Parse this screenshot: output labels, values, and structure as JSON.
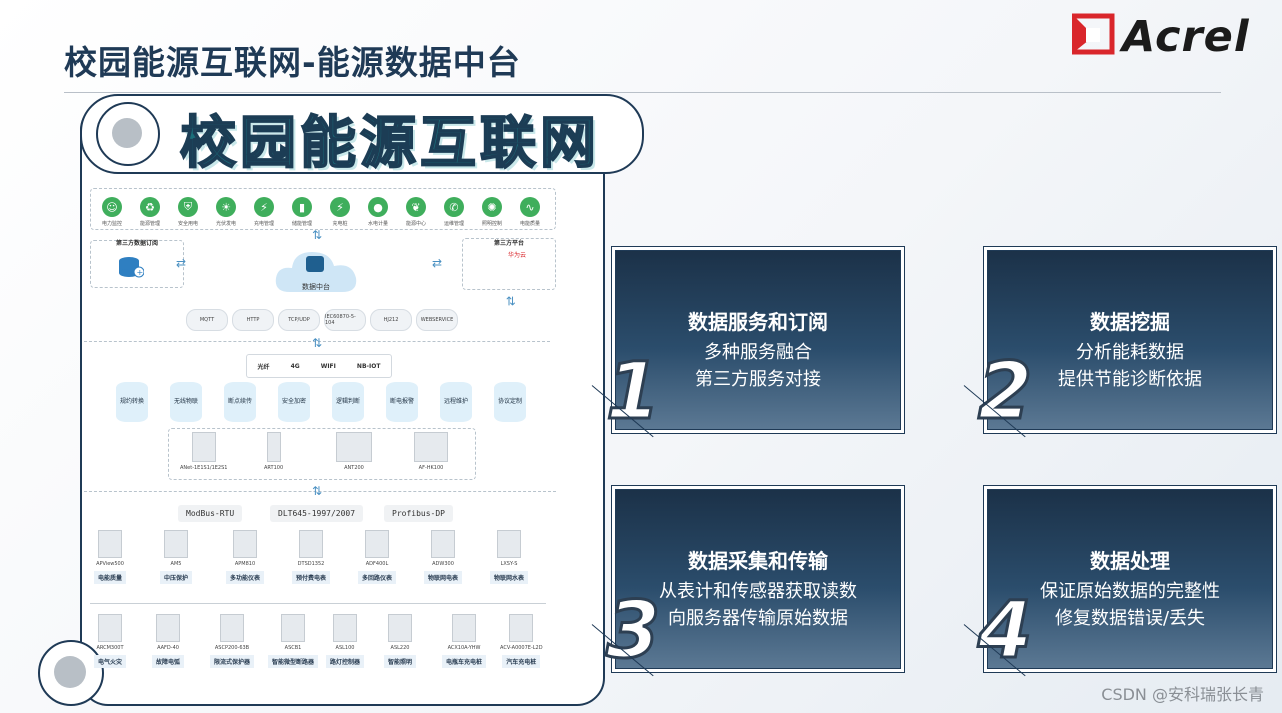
{
  "header": {
    "title": "校园能源互联网-能源数据中台",
    "logo_text": "Acrel"
  },
  "scroll": {
    "title": "校园能源互联网",
    "services": [
      {
        "label": "电力监控",
        "icon": "user-icon"
      },
      {
        "label": "能源管理",
        "icon": "recycle-icon"
      },
      {
        "label": "安全用电",
        "icon": "shield-icon"
      },
      {
        "label": "光伏发电",
        "icon": "sun-icon"
      },
      {
        "label": "充电管理",
        "icon": "plug-icon"
      },
      {
        "label": "储能管理",
        "icon": "battery-icon"
      },
      {
        "label": "充电桩",
        "icon": "charger-icon"
      },
      {
        "label": "水电计量",
        "icon": "drop-icon"
      },
      {
        "label": "能源中心",
        "icon": "leaf-icon"
      },
      {
        "label": "运维管理",
        "icon": "antenna-icon"
      },
      {
        "label": "照明控制",
        "icon": "bulb-icon"
      },
      {
        "label": "电能质量",
        "icon": "wave-icon"
      }
    ],
    "left_box_label": "第三方数据订阅",
    "right_box_label": "第三方平台",
    "right_box_brand": "华为云",
    "cloud_label": "数据中台",
    "protocols": [
      "MQTT",
      "HTTP",
      "TCP/UDP",
      "IEC60870-5-104",
      "HJ212",
      "WEBSERVICE"
    ],
    "network": [
      "光纤",
      "4G",
      "WIFI",
      "NB-IOT"
    ],
    "gateway_features": [
      "规约转换",
      "无线物联",
      "断点续传",
      "安全加密",
      "逻辑判断",
      "断电报警",
      "远程维护",
      "协议定制"
    ],
    "gateways": [
      "ANet-1E1S1/1E2S1",
      "ART100",
      "ANT200",
      "AF-HK100"
    ],
    "buses": [
      "ModBus-RTU",
      "DLT645-1997/2007",
      "Profibus-DP"
    ],
    "devices_row1": [
      {
        "model": "APView500",
        "tag": "电能质量"
      },
      {
        "model": "AM5",
        "tag": "中压保护"
      },
      {
        "model": "APM810",
        "tag": "多功能仪表"
      },
      {
        "model": "DTSD1352",
        "tag": "预付费电表"
      },
      {
        "model": "ADF400L",
        "tag": "多回路仪表"
      },
      {
        "model": "ADW300",
        "tag": "物联网电表"
      },
      {
        "model": "LXSY-S",
        "tag": "物联网水表"
      }
    ],
    "devices_row2": [
      {
        "model": "ARCM300T",
        "tag": "电气火灾"
      },
      {
        "model": "AAFD-40",
        "tag": "故障电弧"
      },
      {
        "model": "ASCP200-63B",
        "tag": "限流式保护器"
      },
      {
        "model": "ASCB1",
        "tag": "智能微型断路器"
      },
      {
        "model": "ASL100",
        "tag": "路灯控制器"
      },
      {
        "model": "ASL220",
        "tag": "智能照明"
      },
      {
        "model": "ACX10A-YHW",
        "tag": "电瓶车充电桩"
      },
      {
        "model": "ACV-A0007E-L2D",
        "tag": "汽车充电桩"
      }
    ]
  },
  "cards": [
    {
      "number": "1",
      "title": "数据服务和订阅",
      "lines": [
        "多种服务融合",
        "第三方服务对接"
      ]
    },
    {
      "number": "2",
      "title": "数据挖掘",
      "lines": [
        "分析能耗数据",
        "提供节能诊断依据"
      ]
    },
    {
      "number": "3",
      "title": "数据采集和传输",
      "lines": [
        "从表计和传感器获取读数",
        "向服务器传输原始数据"
      ]
    },
    {
      "number": "4",
      "title": "数据处理",
      "lines": [
        "保证原始数据的完整性",
        "修复数据错误/丢失"
      ]
    }
  ],
  "watermark": "CSDN @安科瑞张长青",
  "colors": {
    "brand_red": "#d9262b",
    "navy": "#1f3a56",
    "teal": "#1a6e7a",
    "green": "#3fae5c"
  }
}
